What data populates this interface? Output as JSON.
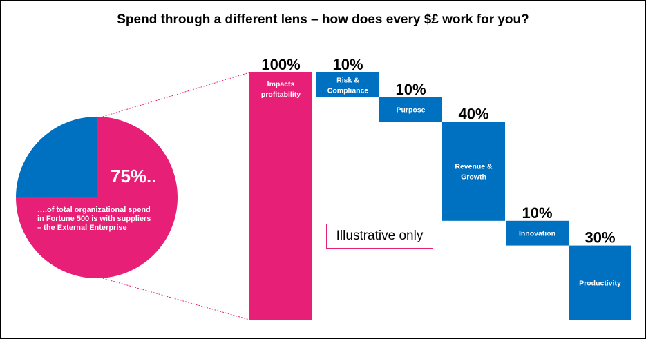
{
  "title": "Spend through a different lens – how does every $£ work for you?",
  "note": "Illustrative only",
  "colors": {
    "pink": "#e81f76",
    "blue": "#0070c0"
  },
  "chart_data": [
    {
      "type": "pie",
      "slices": [
        {
          "label": "75%..",
          "value": 75,
          "color": "#e81f76",
          "description": [
            "….of total organizational spend",
            "in Fortune 500 is with suppliers",
            "– the External Enterprise"
          ]
        },
        {
          "label": "",
          "value": 25,
          "color": "#0070c0"
        }
      ]
    },
    {
      "type": "bar",
      "subtype": "waterfall",
      "categories": [
        "Impacts profitability",
        "Risk & Compliance",
        "Purpose",
        "Revenue & Growth",
        "Innovation",
        "Productivity"
      ],
      "values": [
        100,
        10,
        10,
        40,
        10,
        30
      ],
      "value_labels": [
        "100%",
        "10%",
        "10%",
        "40%",
        "10%",
        "30%"
      ],
      "category_lines": [
        [
          "Impacts",
          "profitability"
        ],
        [
          "Risk &",
          "Compliance"
        ],
        [
          "Purpose"
        ],
        [
          "Revenue &",
          "Growth"
        ],
        [
          "Innovation"
        ],
        [
          "Productivity"
        ]
      ],
      "total_index": 0,
      "colors": [
        "#e81f76",
        "#0070c0",
        "#0070c0",
        "#0070c0",
        "#0070c0",
        "#0070c0"
      ]
    }
  ]
}
